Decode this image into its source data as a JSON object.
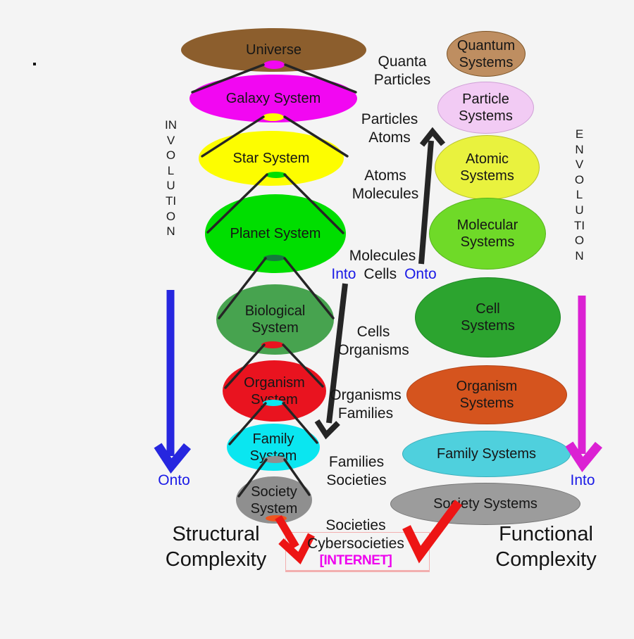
{
  "page": {
    "background": "#f4f4f4",
    "dot_color": "#141414"
  },
  "left_column": {
    "vertical_label": "INVOLUTION",
    "arrow_color": "#2626DF",
    "arrow_label": "Onto",
    "title_lines": [
      "Structural",
      "Complexity"
    ],
    "planet_opening_fill": "#157A3D",
    "society_opening_fill": "#F0551E",
    "systems": [
      {
        "lines": [
          "Universe"
        ],
        "fill": "#8C5E2D"
      },
      {
        "lines": [
          "Galaxy System"
        ],
        "fill": "#F207F2"
      },
      {
        "lines": [
          "Star System"
        ],
        "fill": "#FDFD00"
      },
      {
        "lines": [
          "Planet System"
        ],
        "fill": "#00DE00"
      },
      {
        "lines": [
          "Biological",
          "System"
        ],
        "fill": "#47A34F"
      },
      {
        "lines": [
          "Organism",
          "System"
        ],
        "fill": "#E9131F"
      },
      {
        "lines": [
          "Family",
          "System"
        ],
        "fill": "#0AE6F0"
      },
      {
        "lines": [
          "Society",
          "System"
        ],
        "fill": "#8F8F8F"
      }
    ]
  },
  "right_column": {
    "vertical_label": "ENVOLUTION",
    "arrow_color": "#DB21D3",
    "arrow_label": "Into",
    "title_lines": [
      "Functional",
      "Complexity"
    ],
    "systems": [
      {
        "lines": [
          "Quantum",
          "Systems"
        ],
        "fill": "#BE8E61",
        "stroke": "#7D5426"
      },
      {
        "lines": [
          "Particle",
          "Systems"
        ],
        "fill": "#F2CBF4",
        "stroke": "#CFA0D6"
      },
      {
        "lines": [
          "Atomic",
          "Systems"
        ],
        "fill": "#E9F23E",
        "stroke": "#B8C22E"
      },
      {
        "lines": [
          "Molecular",
          "Systems"
        ],
        "fill": "#6FDA28",
        "stroke": "#56B31C"
      },
      {
        "lines": [
          "Cell",
          "Systems"
        ],
        "fill": "#2CA42F",
        "stroke": "#1F8A26"
      },
      {
        "lines": [
          "Organism",
          "Systems"
        ],
        "fill": "#D5541E",
        "stroke": "#B34317"
      },
      {
        "lines": [
          "Family Systems"
        ],
        "fill": "#4FD0DD",
        "stroke": "#38AEBB"
      },
      {
        "lines": [
          "Society Systems"
        ],
        "fill": "#9C9C9C",
        "stroke": "#757575"
      }
    ]
  },
  "middle_column": {
    "blue_word_color": "#1A1AE6",
    "into_label": "Into",
    "cells_label": "Cells",
    "onto_label": "Onto",
    "internet_label": "[INTERNET]",
    "internet_color": "#EE00EE",
    "transitions": [
      {
        "lines": [
          "Quanta",
          "Particles"
        ]
      },
      {
        "lines": [
          "Particles",
          "Atoms"
        ]
      },
      {
        "lines": [
          "Atoms",
          "Molecules"
        ]
      },
      {
        "lines": [
          "Molecules"
        ]
      },
      {
        "lines": [
          "Cells",
          "Organisms"
        ]
      },
      {
        "lines": [
          "Organisms",
          "Families"
        ]
      },
      {
        "lines": [
          "Families",
          "Societies"
        ]
      },
      {
        "lines": [
          "Societies",
          "Cybersocieties"
        ]
      }
    ]
  },
  "arrows": {
    "black": "#252525",
    "red": "#ED1515"
  }
}
